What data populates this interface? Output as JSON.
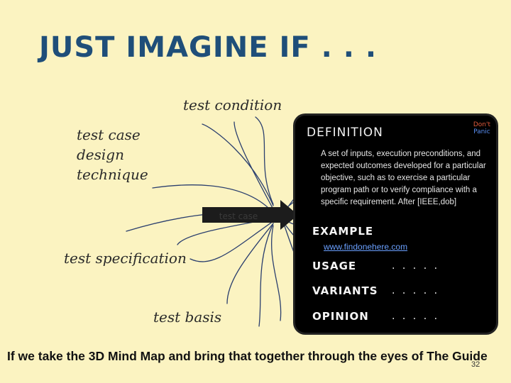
{
  "slide": {
    "title": "JUST IMAGINE IF . . .",
    "page_number": "32",
    "caption": "If we take the 3D Mind Map and bring that together through the eyes of The Guide"
  },
  "mind_map": {
    "center_label": "test case",
    "nodes": {
      "test_condition": "test condition",
      "test_case_design_technique": "test case design technique",
      "test_specification": "test specification",
      "test_basis": "test basis"
    }
  },
  "guide": {
    "badge_line1": "Don't",
    "badge_line2": "Panic",
    "definition_label": "DEFINITION",
    "definition_text": "A set of inputs, execution preconditions, and expected outcomes developed for a particular objective, such as to exercise a particular program path or to verify compliance with a specific requirement. After [IEEE,dob]",
    "example_label": "EXAMPLE",
    "example_link": "www.findonehere.com",
    "usage_label": "USAGE",
    "usage_value": ". . . . .",
    "variants_label": "VARIANTS",
    "variants_value": ". . . . .",
    "opinion_label": "OPINION",
    "opinion_value": ". . . . ."
  },
  "colors": {
    "background": "#fbf3c1",
    "title": "#1f4e79",
    "guide_background": "#000000",
    "link": "#6aa0ff"
  }
}
